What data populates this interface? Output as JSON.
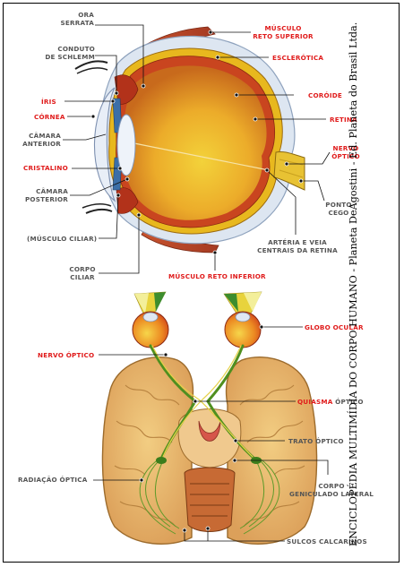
{
  "eye_labels": {
    "ora_serrata": "ORA\nSERRATA",
    "conduto_schlemm": "CONDUTO\nDE SCHLEMM",
    "iris": "ÍRIS",
    "cornea": "CÓRNEA",
    "camara_anterior": "CÂMARA\nANTERIOR",
    "cristalino": "CRISTALINO",
    "camara_posterior": "CÂMARA\nPOSTERIOR",
    "musculo_ciliar": "(MÚSCULO CILIAR)",
    "corpo_ciliar": "CORPO\nCILIAR",
    "musculo_reto_superior": "MÚSCULO\nRETO SUPERIOR",
    "esclerotica": "ESCLERÓTICA",
    "coroide": "CORÓIDE",
    "retina": "RETINA",
    "nervo_optico": "NERVO\nÓPTICO",
    "ponto_cego": "PONTO\nCEGO",
    "arteria_veia": "ARTÉRIA E VEIA\nCENTRAIS DA RETINA",
    "musculo_reto_inferior": "MÚSCULO RETO INFERIOR"
  },
  "brain_labels": {
    "globo_ocular": "GLOBO OCULAR",
    "nervo_optico": "NERVO ÓPTICO",
    "quiasma_red": "QUIASMA",
    "quiasma_gray": " ÓPTICO",
    "trato_optico": "TRATO ÓPTICO",
    "corpo_geniculado": "CORPO\nGENICULADO LATERAL",
    "radiacao_optica": "RADIAÇÃO ÓPTICA",
    "sulcos_calcarinos": "SULCOS CALCARINOS"
  },
  "credit": "ENCICLOPÉDIA MULTIMÍDIA DO CORPO HUMANO - Planeta DeAgostini - Ed. Planeta do Brasil Ltda.",
  "colors": {
    "label_red": "#e01b1b",
    "label_gray": "#555555",
    "sclera": "#dfe7f2",
    "muscle": "#b8472a",
    "choroid": "#e8b81e",
    "vitreous": "#e5a024",
    "nerve_green": "#4f8f1f",
    "brain": "#e8b768"
  }
}
